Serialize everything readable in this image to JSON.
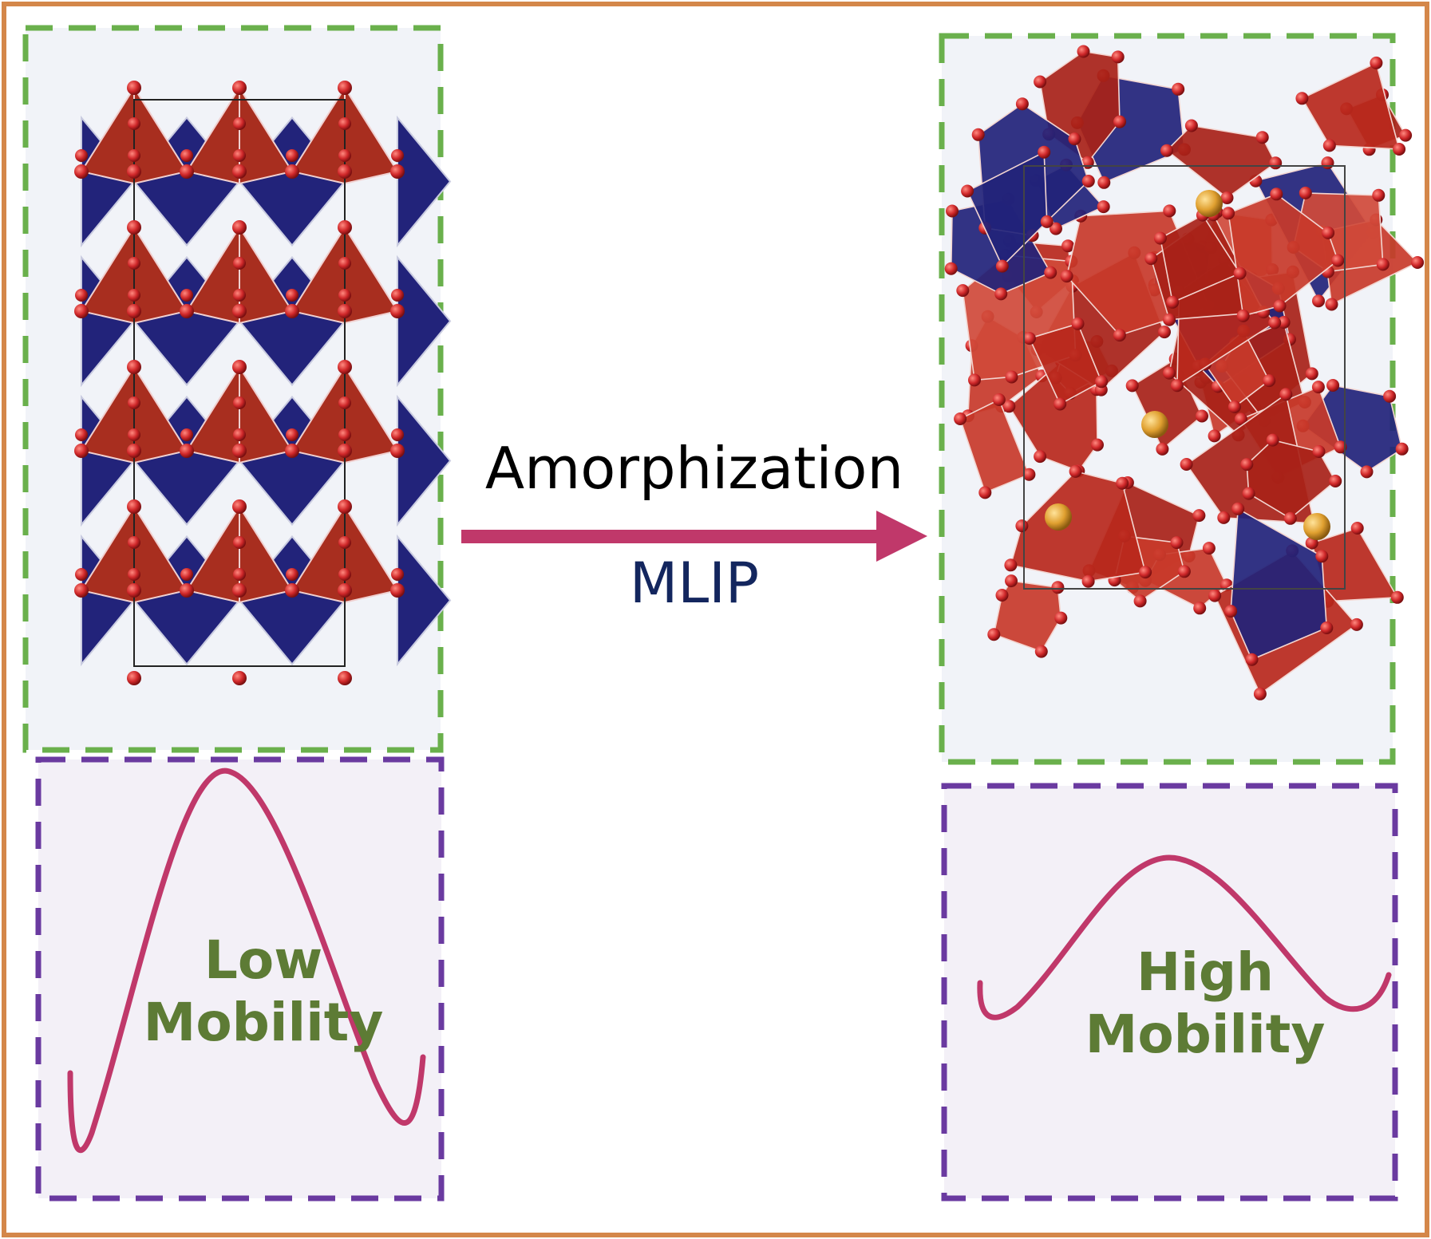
{
  "process": {
    "label": "Amorphization",
    "method": "MLIP"
  },
  "left_panel": {
    "structure": "crystalline",
    "curve_peak_relative": 1.0,
    "mobility_line1": "Low",
    "mobility_line2": "Mobility"
  },
  "right_panel": {
    "structure": "amorphous",
    "curve_peak_relative": 0.45,
    "mobility_line1": "High",
    "mobility_line2": "Mobility"
  },
  "colors": {
    "outer_border": "#d4874a",
    "structure_box_border": "#6ab04c",
    "curve_box_border": "#6a3aa0",
    "curve_line": "#c0386a",
    "arrow": "#c0386a",
    "octahedron_red": "#a82e1f",
    "octahedron_blue": "#22237a",
    "oxygen_atom": "#d0282a",
    "cation_atom": "#e0a030",
    "mobility_text": "#5d7b35",
    "method_text": "#13265e"
  }
}
